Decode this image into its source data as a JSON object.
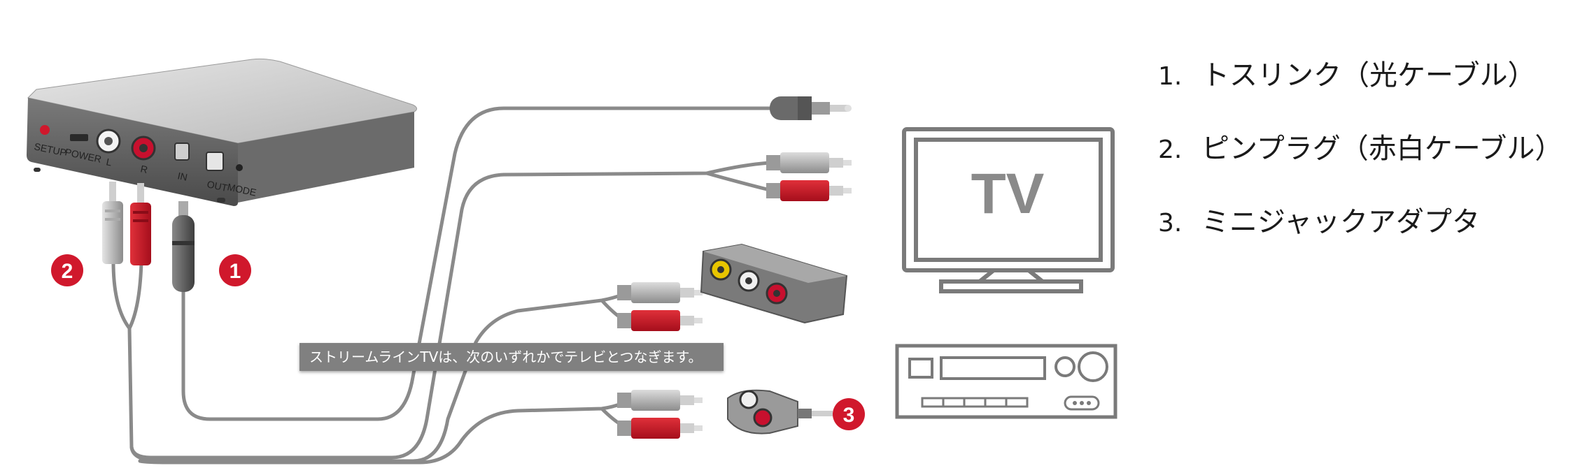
{
  "device": {
    "port_labels": [
      "SETUP",
      "POWER",
      "L",
      "R",
      "IN",
      "OUT",
      "MODE"
    ]
  },
  "tv_label": "TV",
  "badges": [
    "1",
    "2",
    "3"
  ],
  "caption": "ストリームラインTVは、次のいずれかでテレビとつなぎます。",
  "legend": [
    {
      "num": "1.",
      "text": "トスリンク（光ケーブル）"
    },
    {
      "num": "2.",
      "text": "ピンプラグ（赤白ケーブル）"
    },
    {
      "num": "3.",
      "text": "ミニジャックアダプタ"
    }
  ],
  "colors": {
    "red": "#c8102e",
    "gray": "#8a8a8a",
    "badge": "#d0182c",
    "dark": "#555555"
  }
}
